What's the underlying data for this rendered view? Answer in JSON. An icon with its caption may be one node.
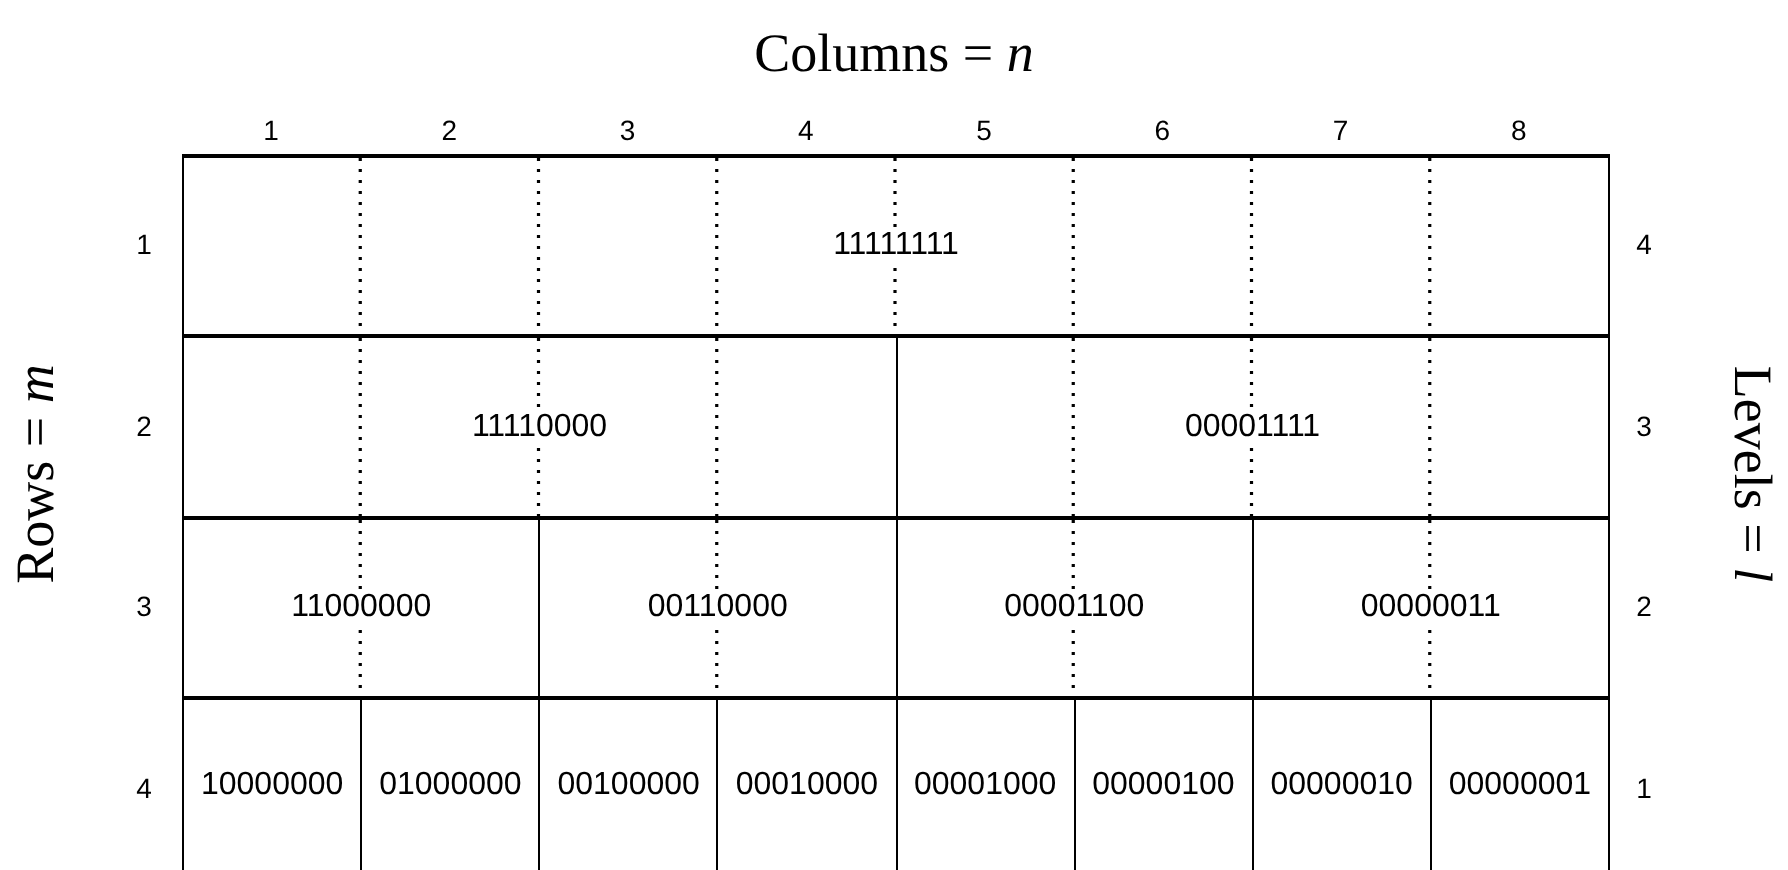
{
  "diagram": {
    "title": "Columns = *n*",
    "nodes": [
      {
        "text": [
          "11111111"
        ]
      },
      {
        "text": [
          "11110000"
        ]
      },
      {
        "text": [
          "00001111"
        ]
      },
      {
        "text": [
          "11000000"
        ]
      },
      {
        "text": [
          "00110000"
        ]
      },
      {
        "text": [
          "00001100"
        ]
      },
      {
        "text": [
          "00000011"
        ]
      },
      {
        "text": [
          "10000000"
        ]
      },
      {
        "text": [
          "01000000"
        ]
      },
      {
        "text": [
          "00100000"
        ]
      },
      {
        "text": [
          "00010000"
        ]
      },
      {
        "text": [
          "00001000"
        ]
      },
      {
        "text": [
          "00000100"
        ]
      },
      {
        "text": [
          "00000010"
        ]
      },
      {
        "text": [
          "00000001"
        ]
      }
    ],
    "labels": [
      "1",
      "2",
      "3",
      "4",
      "5",
      "6",
      "7",
      "8",
      "Rows = *m*",
      "1",
      "4",
      "2",
      "3",
      "3",
      "2",
      "4",
      "1",
      "Levels = *l*"
    ]
  }
}
